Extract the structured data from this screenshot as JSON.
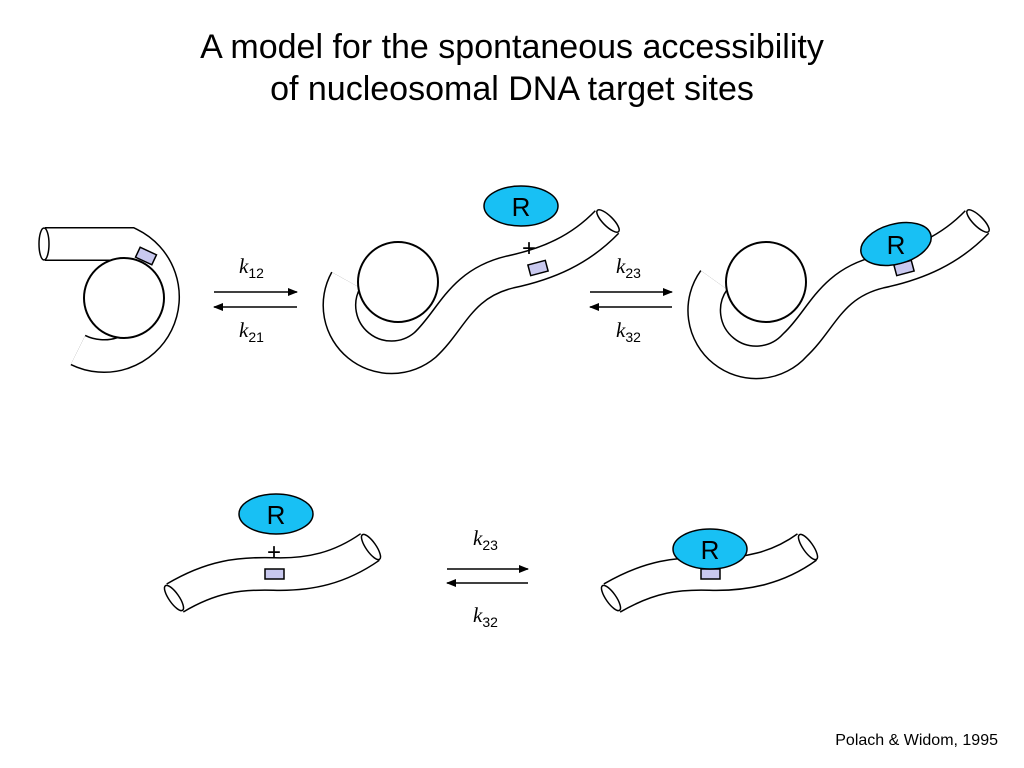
{
  "title": {
    "line1": "A model for the spontaneous accessibility",
    "line2": "of nucleosomal DNA target sites"
  },
  "protein_label": "R",
  "plus_sign": "+",
  "rate_constants": {
    "k12": {
      "symbol": "k",
      "subscript": "12"
    },
    "k21": {
      "symbol": "k",
      "subscript": "21"
    },
    "k23_top": {
      "symbol": "k",
      "subscript": "23"
    },
    "k32_top": {
      "symbol": "k",
      "subscript": "32"
    },
    "k23_bottom": {
      "symbol": "k",
      "subscript": "23"
    },
    "k32_bottom": {
      "symbol": "k",
      "subscript": "32"
    }
  },
  "citation": "Polach & Widom, 1995",
  "colors": {
    "protein": "#18c0f4",
    "target_site": "#c9c9ef",
    "outline": "#000000"
  }
}
